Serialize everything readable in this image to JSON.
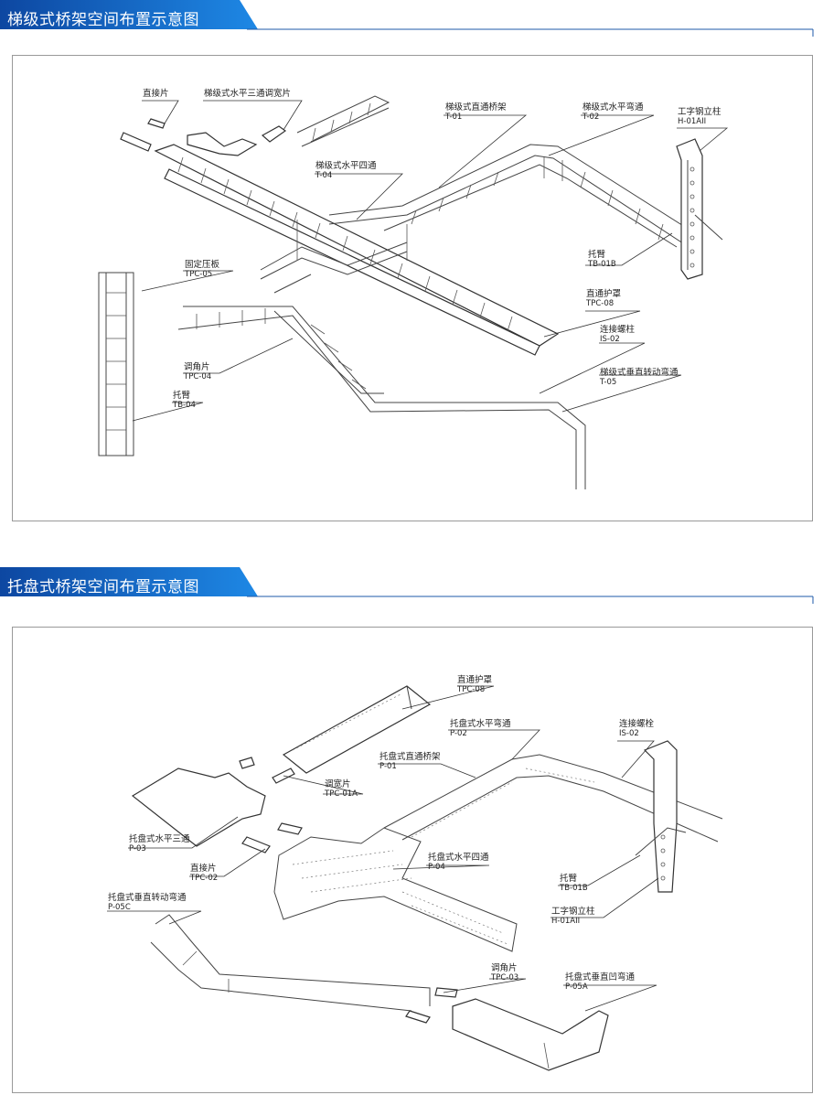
{
  "section1": {
    "title": "梯级式桥架空间布置示意图",
    "labels": [
      {
        "id": "l1",
        "name": "直接片",
        "code": ""
      },
      {
        "id": "l2",
        "name": "梯级式水平三通调宽片",
        "code": ""
      },
      {
        "id": "l3",
        "name": "梯级式直通桥架",
        "code": "T-01"
      },
      {
        "id": "l4",
        "name": "梯级式水平弯通",
        "code": "T-02"
      },
      {
        "id": "l5",
        "name": "工字钢立柱",
        "code": "H-01AII"
      },
      {
        "id": "l6",
        "name": "梯级式水平四通",
        "code": "T-04"
      },
      {
        "id": "l7",
        "name": "托臂",
        "code": "TB-01B"
      },
      {
        "id": "l8",
        "name": "固定压板",
        "code": "TPC-05"
      },
      {
        "id": "l9",
        "name": "直通护罩",
        "code": "TPC-08"
      },
      {
        "id": "l10",
        "name": "连接螺柱",
        "code": "IS-02"
      },
      {
        "id": "l11",
        "name": "梯级式垂直转动弯通",
        "code": "T-05"
      },
      {
        "id": "l12",
        "name": "调角片",
        "code": "TPC-04"
      },
      {
        "id": "l13",
        "name": "托臂",
        "code": "TB-04"
      }
    ]
  },
  "section2": {
    "title": "托盘式桥架空间布置示意图",
    "labels": [
      {
        "id": "m1",
        "name": "直通护罩",
        "code": "TPC-08"
      },
      {
        "id": "m2",
        "name": "托盘式水平弯通",
        "code": "P-02"
      },
      {
        "id": "m3",
        "name": "连接螺栓",
        "code": "IS-02"
      },
      {
        "id": "m4",
        "name": "托盘式直通桥架",
        "code": "P-01"
      },
      {
        "id": "m5",
        "name": "调宽片",
        "code": "TPC-01A"
      },
      {
        "id": "m6",
        "name": "托盘式水平三通",
        "code": "P-03"
      },
      {
        "id": "m7",
        "name": "托盘式水平四通",
        "code": "P-04"
      },
      {
        "id": "m8",
        "name": "直接片",
        "code": "TPC-02"
      },
      {
        "id": "m9",
        "name": "托臂",
        "code": "TB-01B"
      },
      {
        "id": "m10",
        "name": "工字钢立柱",
        "code": "H-01AII"
      },
      {
        "id": "m11",
        "name": "托盘式垂直转动弯通",
        "code": "P-05C"
      },
      {
        "id": "m12",
        "name": "调角片",
        "code": "TPC-03"
      },
      {
        "id": "m13",
        "name": "托盘式垂直凹弯通",
        "code": "P-05A"
      }
    ]
  },
  "colors": {
    "header_blue": "#1565c0",
    "header_line": "#1e5aa8",
    "frame": "#999999"
  }
}
